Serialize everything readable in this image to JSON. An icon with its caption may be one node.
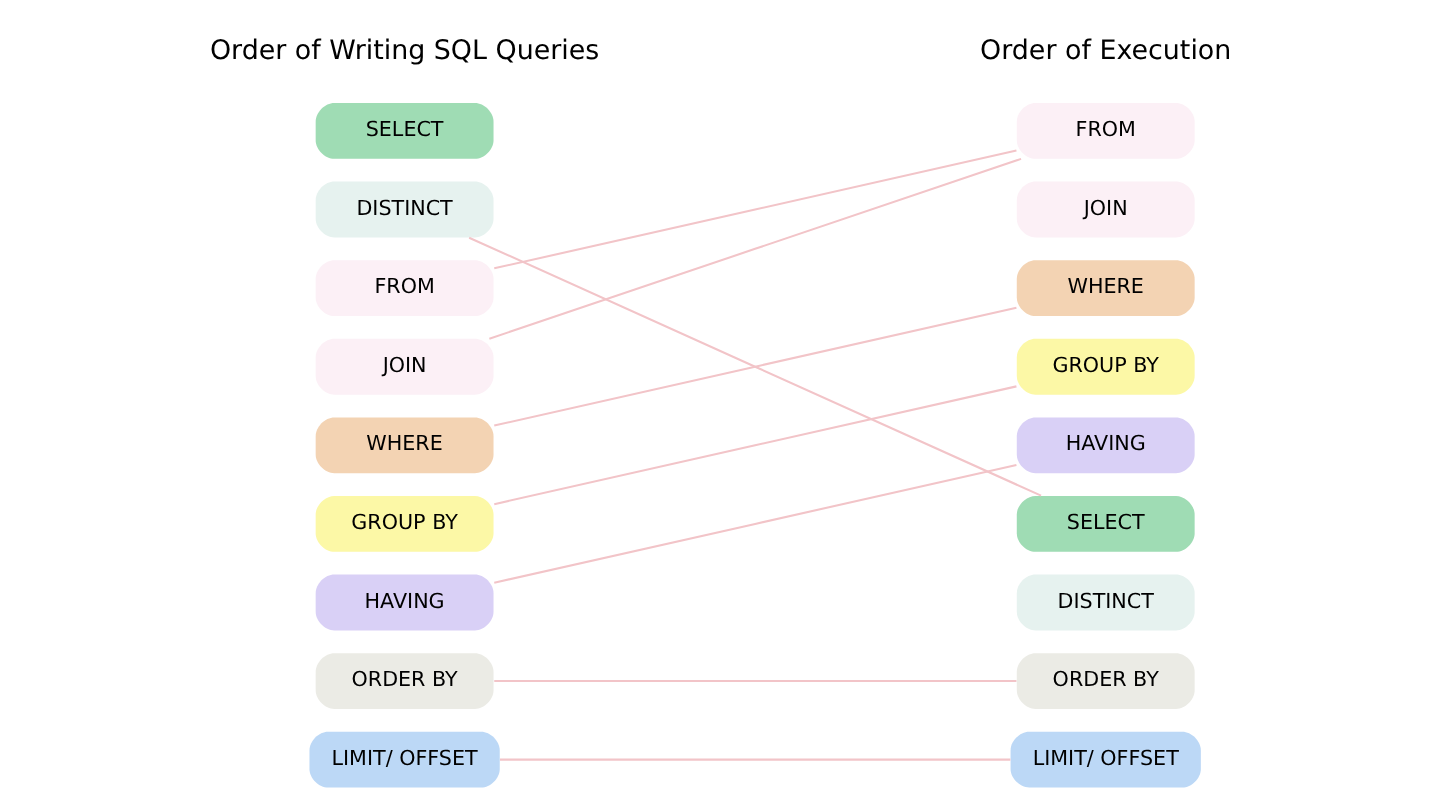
{
  "diagram": {
    "nodes": [
      {
        "text": [
          "SELECT"
        ]
      },
      {
        "text": [
          "DISTINCT"
        ]
      },
      {
        "text": [
          "FROM"
        ]
      },
      {
        "text": [
          "JOIN"
        ]
      },
      {
        "text": [
          "WHERE"
        ]
      },
      {
        "text": [
          "GROUP BY"
        ]
      },
      {
        "text": [
          "HAVING"
        ]
      },
      {
        "text": [
          "ORDER BY"
        ]
      },
      {
        "text": [
          "LIMIT/ OFFSET"
        ]
      },
      {
        "text": [
          "FROM"
        ]
      },
      {
        "text": [
          "JOIN"
        ]
      },
      {
        "text": [
          "WHERE"
        ]
      },
      {
        "text": [
          "GROUP BY"
        ]
      },
      {
        "text": [
          "HAVING"
        ]
      },
      {
        "text": [
          "SELECT"
        ]
      },
      {
        "text": [
          "DISTINCT"
        ]
      },
      {
        "text": [
          "ORDER BY"
        ]
      },
      {
        "text": [
          "LIMIT/ OFFSET"
        ]
      }
    ],
    "edges": [
      {
        "from": 1,
        "to": 14,
        "arrow": "none"
      },
      {
        "from": 2,
        "to": 9,
        "arrow": "none"
      },
      {
        "from": 3,
        "to": 9,
        "arrow": "none"
      },
      {
        "from": 4,
        "to": 11,
        "arrow": "none"
      },
      {
        "from": 5,
        "to": 12,
        "arrow": "none"
      },
      {
        "from": 6,
        "to": 13,
        "arrow": "none"
      },
      {
        "from": 7,
        "to": 16,
        "arrow": "none"
      },
      {
        "from": 8,
        "to": 17,
        "arrow": "none"
      }
    ],
    "labels": [
      "Order of Writing SQL Queries",
      "Order of Execution"
    ]
  }
}
